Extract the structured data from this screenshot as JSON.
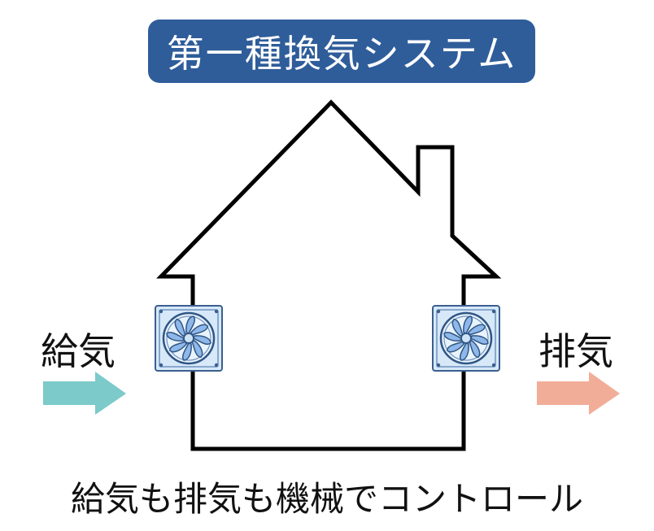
{
  "title": "第一種換気システム",
  "labels": {
    "supply": "給気",
    "exhaust": "排気"
  },
  "caption": "給気も排気も機械でコントロール",
  "colors": {
    "title_bg": "#2f5d9a",
    "supply_arrow": "#7ccaca",
    "exhaust_arrow": "#f2ad98",
    "fan_frame": "#cfe3f7",
    "fan_blade": "#8fb8ea",
    "outline": "#000000"
  },
  "icons": [
    "fan-icon",
    "arrow-right-icon",
    "house-outline"
  ]
}
